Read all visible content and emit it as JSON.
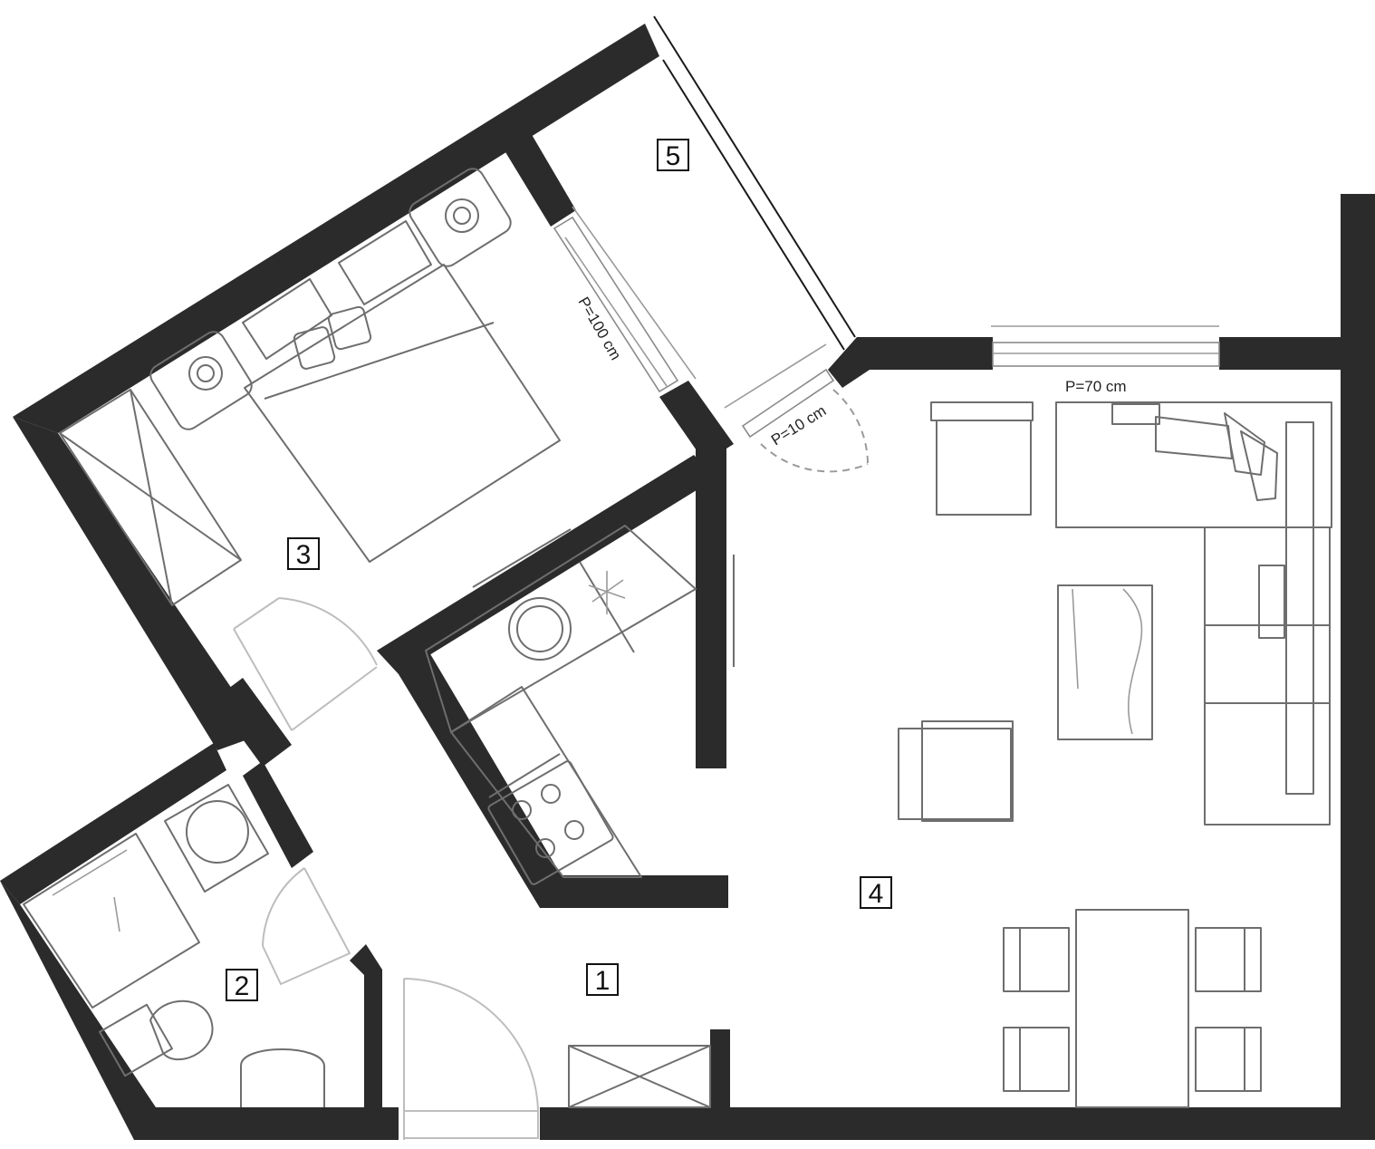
{
  "rooms": [
    {
      "id": "1",
      "label": "1"
    },
    {
      "id": "2",
      "label": "2"
    },
    {
      "id": "3",
      "label": "3"
    },
    {
      "id": "4",
      "label": "4"
    },
    {
      "id": "5",
      "label": "5"
    }
  ],
  "annotations": {
    "window_bedroom": "P=100 cm",
    "window_balcony": "P=10 cm",
    "window_living": "P=70 cm"
  }
}
